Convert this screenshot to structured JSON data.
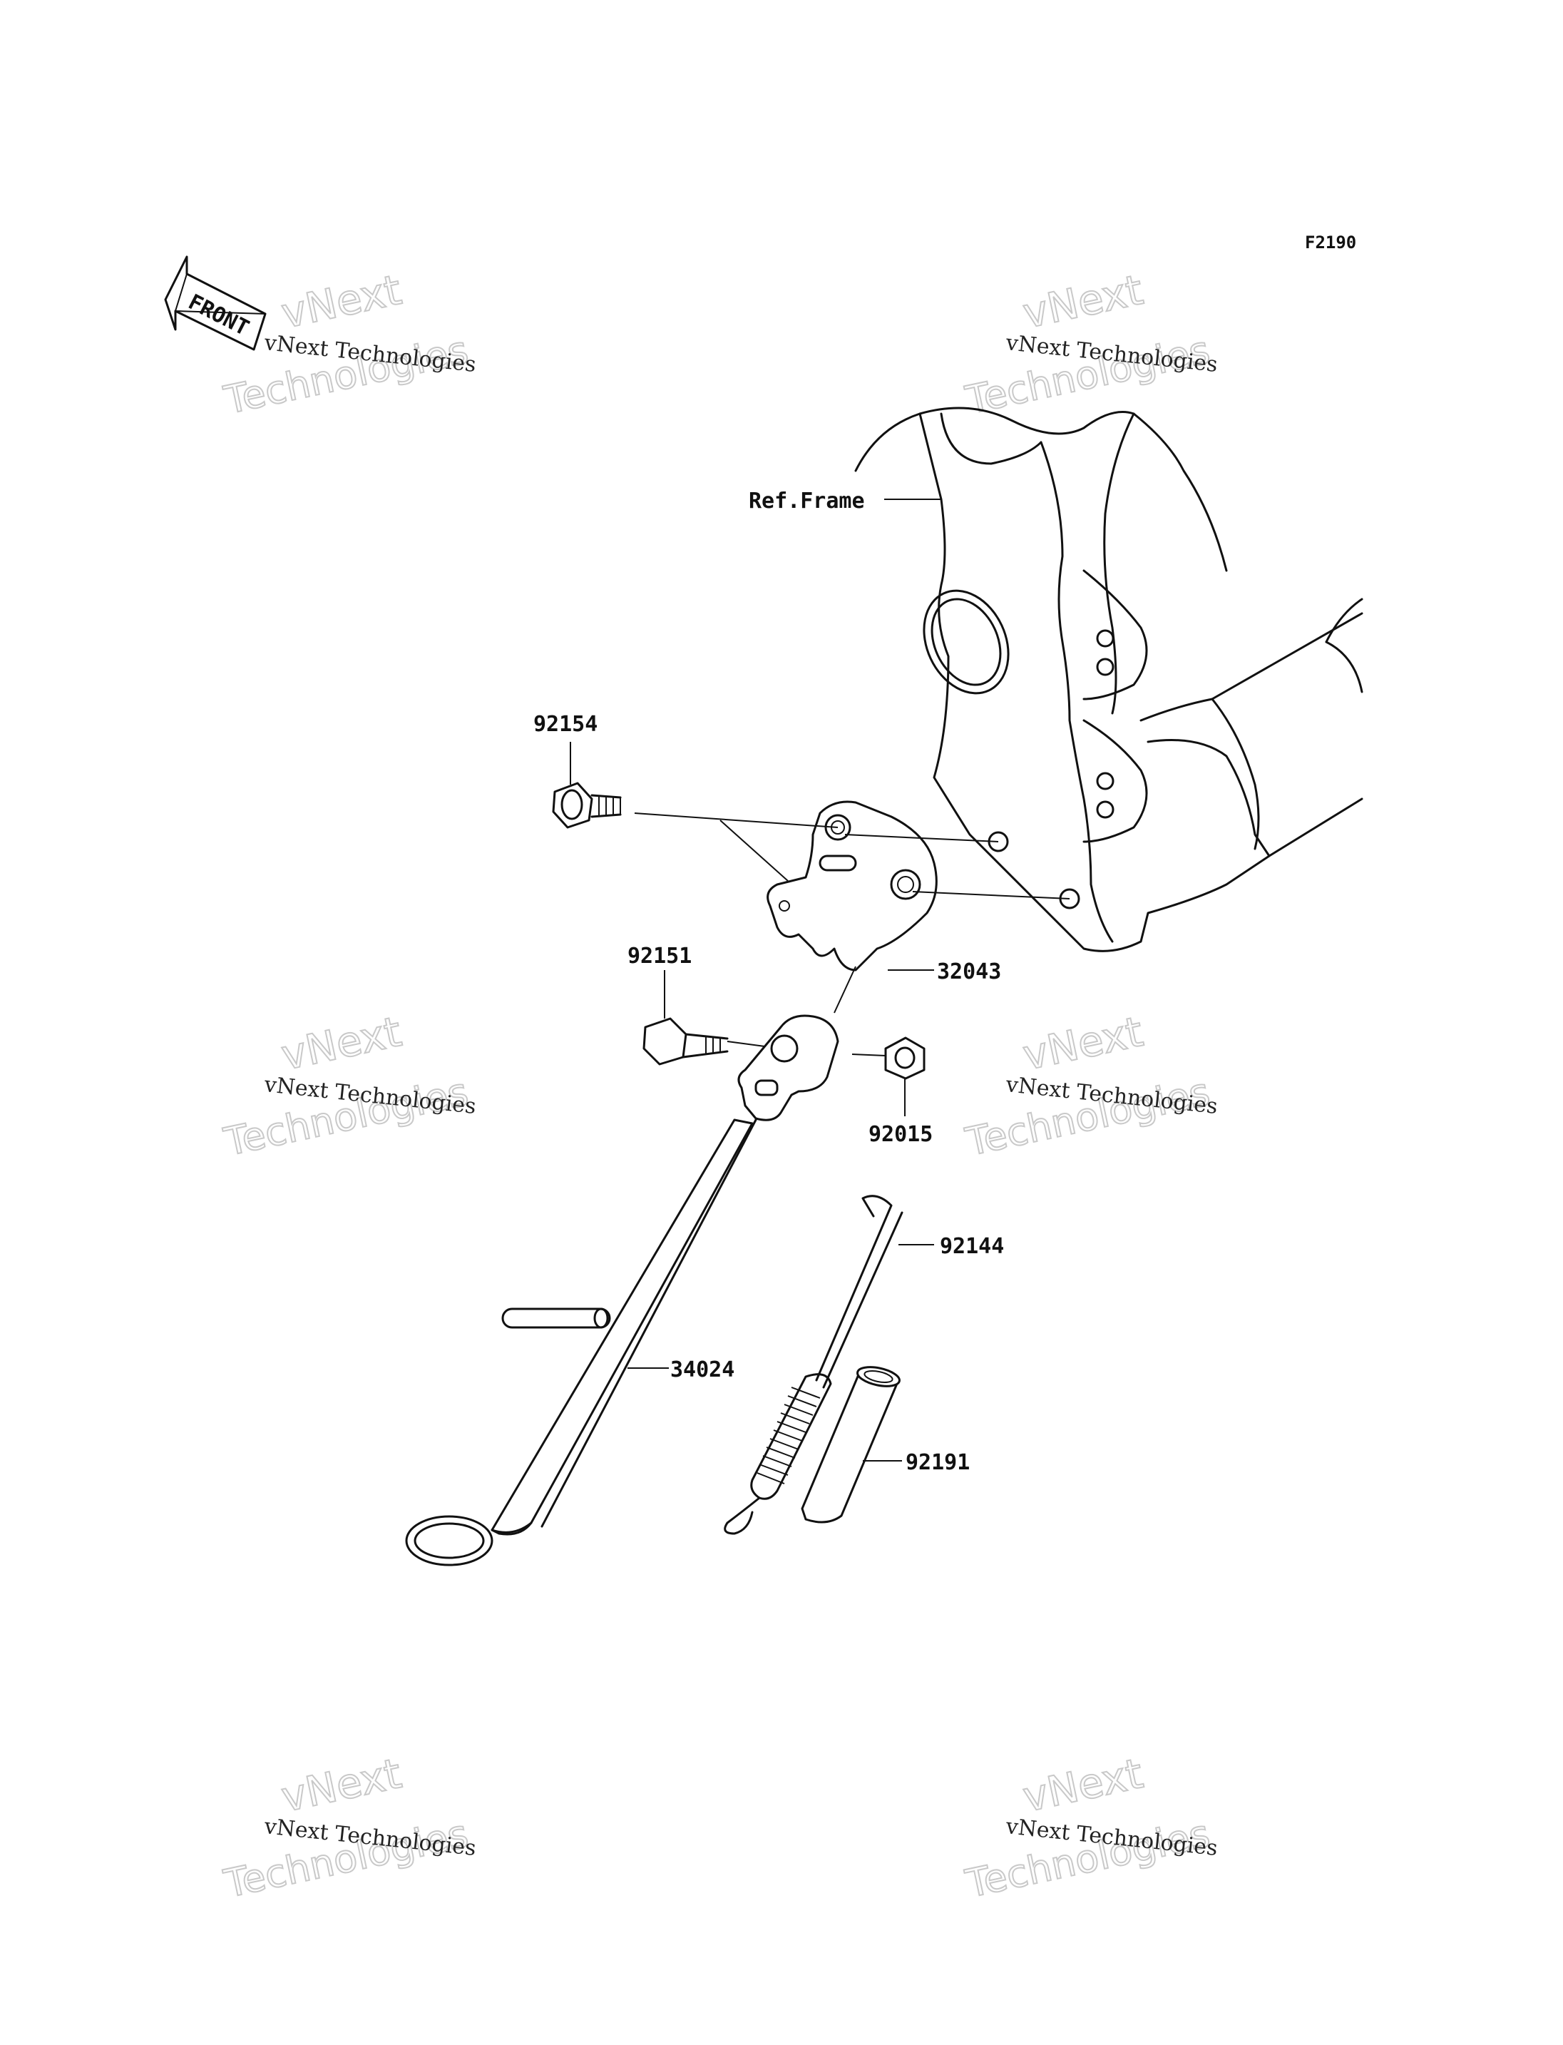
{
  "figure_code": "F2190",
  "front_label": "FRONT",
  "ref_frame_label": "Ref.Frame",
  "watermark": {
    "line_company": "vNext Technologies",
    "line_brand_top": "vNext",
    "line_brand_bottom": "Technologies"
  },
  "parts": [
    {
      "number": "92154"
    },
    {
      "number": "32043"
    },
    {
      "number": "92151"
    },
    {
      "number": "92015"
    },
    {
      "number": "92144"
    },
    {
      "number": "34024"
    },
    {
      "number": "92191"
    }
  ]
}
